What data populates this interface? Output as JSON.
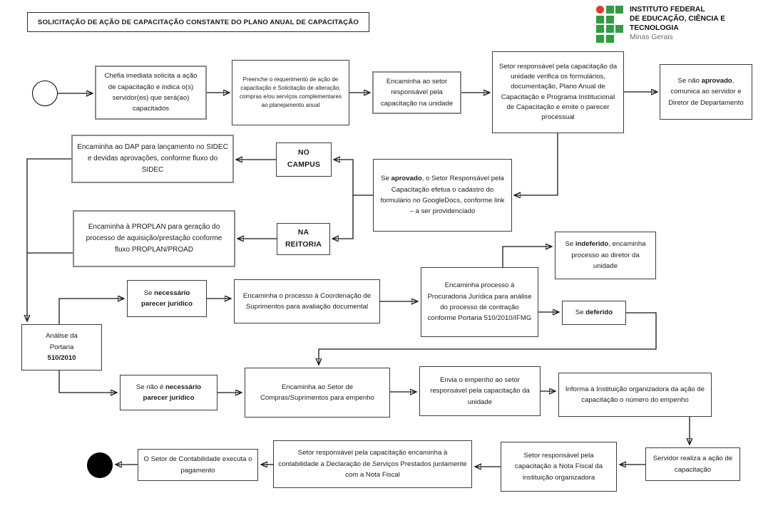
{
  "title": "SOLICITAÇÃO DE AÇÃO DE CAPACITAÇÃO CONSTANTE DO PLANO ANUAL DE CAPACITAÇÃO",
  "logo": {
    "institution_line1": "INSTITUTO FEDERAL",
    "institution_line2": "DE EDUCAÇÃO, CIÊNCIA E TECNOLOGIA",
    "institution_line3": "Minas Gerais",
    "brand_green": "#2f9e41",
    "brand_red": "#e1392b"
  },
  "nodes": {
    "chefia": {
      "text": "Chefia imediata solicita a ação de capacitação e indica o(s) servidor(es) que será(ao) capacitados"
    },
    "preenche": {
      "text": "Preenche o requerimento de ação de capacitação e Solicitação de alteração, compras e/ou serviços complementares ao planejamento anual"
    },
    "encaminhaSetor": {
      "text": "Encaminha ao setor responsável pela capacitação na unidade"
    },
    "setorVerifica": {
      "text": "Setor responsável pela capacitação da unidade verifica os formulários, documentação, Plano Anual de Capacitação e Programa Institucional de Capacitação e emite o parecer processual"
    },
    "seNaoAprovado": {
      "pre": "Se não ",
      "bold": "aprovado",
      "post": ", comunica ao servidor e Diretor de Departamento"
    },
    "encaminhaDap": {
      "text": "Encaminha ao DAP para lançamento no SIDEC e devidas aprovações, conforme fluxo do SIDEC"
    },
    "noCampus": {
      "line1": "NO",
      "line2": "CAMPUS"
    },
    "seAprovado": {
      "pre": "Se ",
      "bold": "aprovado",
      "post": ", o Setor Responsável pela Capacitação efetua o cadastro do formulário no GoogleDocs, conforme link – a ser providenciado"
    },
    "encaminhaProplan": {
      "text": "Encaminha à PROPLAN para geração do processo de aquisição/prestação conforme fluxo PROPLAN/PROAD"
    },
    "naReitoria": {
      "line1": "NA",
      "line2": "REITORIA"
    },
    "seIndeferido": {
      "pre": "Se ",
      "bold": "indeferido",
      "post": ", encaminha processo ao diretor da unidade"
    },
    "seNecessario": {
      "pre": "Se ",
      "bold1": "necessário",
      "bold2": "parecer jurídico"
    },
    "coordenacao": {
      "text": "Encaminha o processo à Coordenação de Suprimentos para avaliação documental"
    },
    "procuradoria": {
      "text": "Encaminha processo à Procuradoria Jurídica para análise do processo de contração conforme Portaria 510/2010/IFMG"
    },
    "seDeferido": {
      "pre": "Se ",
      "bold": "deferido"
    },
    "analise": {
      "line1": "Análise da",
      "line2": "Portaria",
      "bold": "510/2010"
    },
    "seNaoNecessario": {
      "pre": "Se não é ",
      "bold1": "necessário",
      "bold2": "parecer jurídico"
    },
    "compras": {
      "text": "Encaminha ao Setor de Compras/Suprimentos para empenho"
    },
    "envia": {
      "text": "Envia o empenho ao setor responsável pela capacitação da unidade"
    },
    "informa": {
      "text": "Informa à Instituição organizadora da ação de capacitação o número do empenho"
    },
    "servidor": {
      "text": "Servidor realiza a ação de capacitação"
    },
    "notaFiscal": {
      "text": "Setor responsável pela capacitação a Nota Fiscal da instituição organizadora"
    },
    "declaracao": {
      "text": "Setor responsável pela capacitação encaminha à contabilidade a Declaração de Serviços Prestados juntamente com a Nota Fiscal"
    },
    "contabilidade": {
      "text": "O Setor de Contabilidade executa o pagamento"
    }
  },
  "flow": {
    "start": "start-circle",
    "end": "end-circle-filled",
    "edges": [
      [
        "start",
        "chefia"
      ],
      [
        "chefia",
        "preenche"
      ],
      [
        "preenche",
        "encaminha-setor"
      ],
      [
        "encaminha-setor",
        "setor-verifica"
      ],
      [
        "setor-verifica",
        "se-nao-aprovado"
      ],
      [
        "setor-verifica",
        "se-aprovado"
      ],
      [
        "se-aprovado",
        "no-campus"
      ],
      [
        "se-aprovado",
        "na-reitoria"
      ],
      [
        "no-campus",
        "encaminha-dap"
      ],
      [
        "na-reitoria",
        "encaminha-proplan"
      ],
      [
        "encaminha-dap",
        "analise-portaria"
      ],
      [
        "encaminha-proplan",
        "analise-portaria"
      ],
      [
        "analise-portaria",
        "se-necessario-parecer"
      ],
      [
        "analise-portaria",
        "se-nao-necessario-parecer"
      ],
      [
        "se-necessario-parecer",
        "coordenacao-suprimentos"
      ],
      [
        "coordenacao-suprimentos",
        "procuradoria-juridica"
      ],
      [
        "procuradoria-juridica",
        "se-indeferido"
      ],
      [
        "procuradoria-juridica",
        "se-deferido"
      ],
      [
        "se-deferido",
        "setor-compras"
      ],
      [
        "se-nao-necessario-parecer",
        "setor-compras"
      ],
      [
        "setor-compras",
        "envia-empenho"
      ],
      [
        "envia-empenho",
        "informa-instituicao"
      ],
      [
        "informa-instituicao",
        "servidor-realiza"
      ],
      [
        "servidor-realiza",
        "nota-fiscal"
      ],
      [
        "nota-fiscal",
        "declaracao-servicos"
      ],
      [
        "declaracao-servicos",
        "contabilidade-pagamento"
      ],
      [
        "contabilidade-pagamento",
        "end"
      ]
    ]
  }
}
